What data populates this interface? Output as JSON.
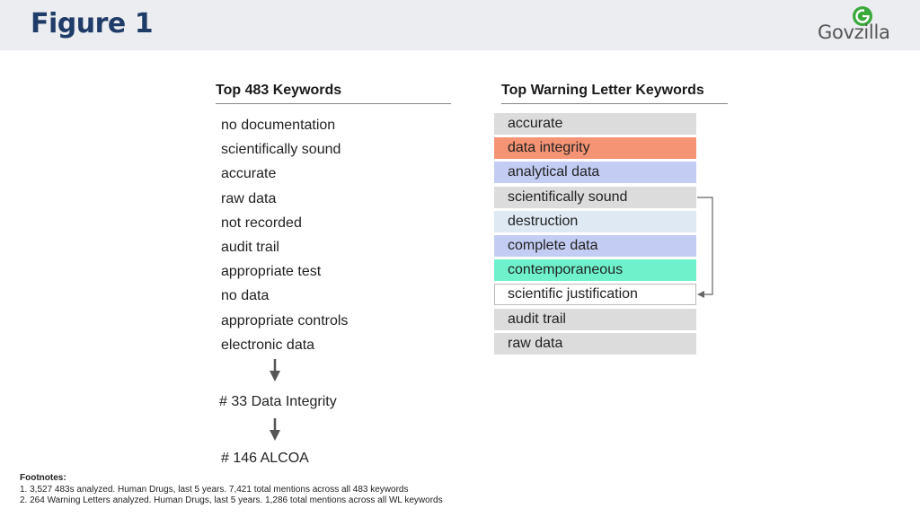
{
  "header": {
    "title": "Figure 1",
    "logo": {
      "text": "Govzilla",
      "icon": "govzilla-g-logo-icon",
      "brand_green": "#3aa83a"
    }
  },
  "left_column": {
    "heading": "Top 483 Keywords",
    "items": [
      "no documentation",
      "scientifically sound",
      "accurate",
      "raw data",
      "not recorded",
      "audit trail",
      "appropriate test",
      "no data",
      "appropriate controls",
      "electronic data"
    ],
    "steps": [
      "# 33 Data Integrity",
      "# 146 ALCOA"
    ],
    "arrow_icon": "down-arrow-icon"
  },
  "right_column": {
    "heading": "Top Warning Letter  Keywords",
    "items": [
      {
        "label": "accurate",
        "color": "#dcdcdc"
      },
      {
        "label": "data integrity",
        "color": "#f59474"
      },
      {
        "label": "analytical data",
        "color": "#c3cdf3"
      },
      {
        "label": "scientifically sound",
        "color": "#dcdcdc"
      },
      {
        "label": "destruction",
        "color": "#dee9f3"
      },
      {
        "label": "complete data",
        "color": "#c3cdf3"
      },
      {
        "label": "contemporaneous",
        "color": "#6ff2cc"
      },
      {
        "label": "scientific justification",
        "color": "#ffffff"
      },
      {
        "label": "audit trail",
        "color": "#dcdcdc"
      },
      {
        "label": "raw data",
        "color": "#dcdcdc"
      }
    ],
    "connector_icon": "bracket-arrow-icon"
  },
  "footnotes": {
    "title": "Footnotes:",
    "lines": [
      "1. 3,527 483s analyzed. Human Drugs, last 5 years. 7,421 total mentions across all 483 keywords",
      "2. 264 Warning Letters analyzed. Human Drugs, last 5 years. 1,286 total mentions across all WL keywords"
    ]
  }
}
